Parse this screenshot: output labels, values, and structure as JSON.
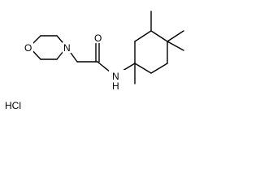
{
  "molecule": {
    "atom_labels": {
      "morpholine_oxygen": "O",
      "morpholine_nitrogen": "N",
      "carbonyl_oxygen": "O",
      "amide_nitrogen": "N",
      "amide_hydrogen": "H"
    },
    "salt_label": "HCl"
  }
}
